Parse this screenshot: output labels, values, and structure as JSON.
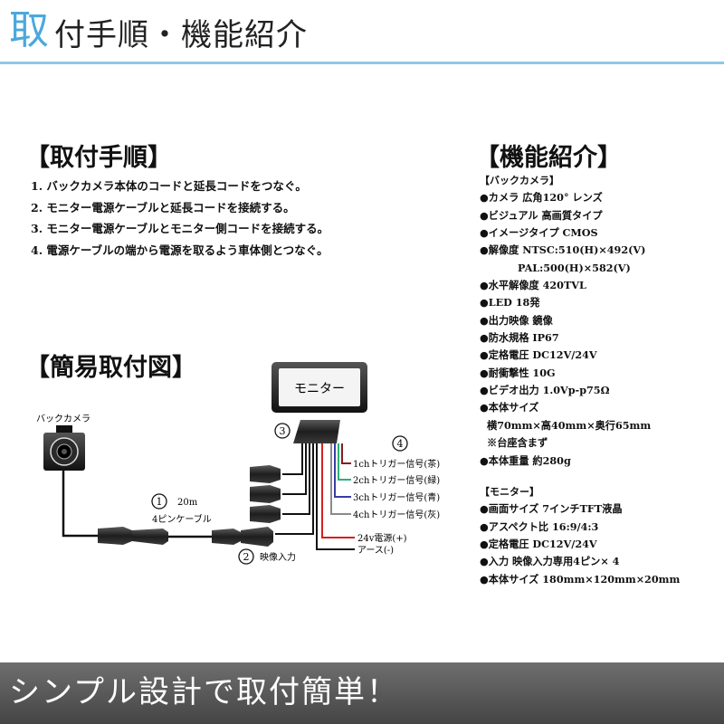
{
  "header": {
    "title_first": "取",
    "title_rest": "付手順・機能紹介"
  },
  "install": {
    "title": "【取付手順】",
    "steps": [
      "1. バックカメラ本体のコードと延長コードをつなぐ。",
      "2. モニター電源ケーブルと延長コードを接続する。",
      "3. モニター電源ケーブルとモニター側コードを接続する。",
      "4. 電源ケーブルの端から電源を取るよう車体側とつなぐ。"
    ]
  },
  "diagram": {
    "title": "【簡易取付図】",
    "camera_label": "バックカメラ",
    "monitor_label": "モニター",
    "num1": "1",
    "num2": "2",
    "num3": "3",
    "num4": "4",
    "cable_length": "20m",
    "cable_name": "4ピンケーブル",
    "video_input": "映像入力",
    "wires": [
      {
        "label": "1chトリガー信号(茶)",
        "color": "#8b1a1a"
      },
      {
        "label": "2chトリガー信号(緑)",
        "color": "#2bb07a"
      },
      {
        "label": "3chトリガー信号(青)",
        "color": "#3a3aa8"
      },
      {
        "label": "4chトリガー信号(灰)",
        "color": "#8a8a8a"
      },
      {
        "label": "24v電源(+)",
        "color": "#d42020"
      },
      {
        "label": "アース(-)",
        "color": "#111111"
      }
    ]
  },
  "features": {
    "title": "【機能紹介】",
    "camera_header": "【バックカメラ】",
    "camera": [
      "●カメラ 広角120° レンズ",
      "●ビジュアル 高画質タイプ",
      "●イメージタイプ CMOS",
      "●解像度 NTSC:510(H)×492(V)",
      "PAL:500(H)×582(V)",
      "●水平解像度 420TVL",
      "●LED 18発",
      "●出力映像 鏡像",
      "●防水規格 IP67",
      "●定格電圧 DC12V/24V",
      "●耐衝撃性 10G",
      "●ビデオ出力 1.0Vp-p75Ω",
      "●本体サイズ",
      "横70mm×高40mm×奥行65mm",
      "※台座含まず",
      "●本体重量 約280g"
    ],
    "monitor_header": "【モニター】",
    "monitor": [
      "●画面サイズ 7インチTFT液晶",
      "●アスペクト比 16:9/4:3",
      "●定格電圧 DC12V/24V",
      "●入力 映像入力専用4ピン× 4",
      "●本体サイズ 180mm×120mm×20mm"
    ]
  },
  "footer": {
    "text": "シンプル設計で取付簡単！"
  }
}
